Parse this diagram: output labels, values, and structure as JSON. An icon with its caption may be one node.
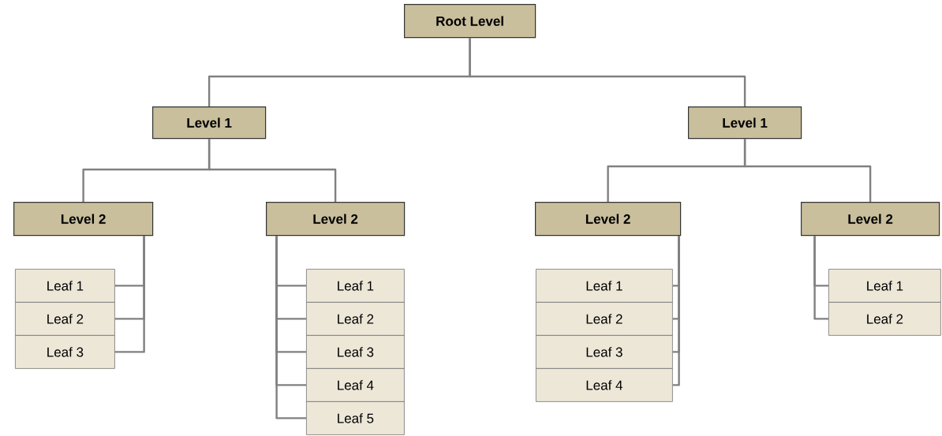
{
  "diagram": {
    "nodes": [
      {
        "text": [
          "Root Level"
        ]
      },
      {
        "text": [
          "Level 1"
        ]
      },
      {
        "text": [
          "Level 1"
        ]
      },
      {
        "text": [
          "Level 2"
        ]
      },
      {
        "text": [
          "Level 2"
        ]
      },
      {
        "text": [
          "Level 2"
        ]
      },
      {
        "text": [
          "Level 2"
        ]
      },
      {
        "text": [
          "Leaf 1"
        ]
      },
      {
        "text": [
          "Leaf 2"
        ]
      },
      {
        "text": [
          "Leaf 3"
        ]
      },
      {
        "text": [
          "Leaf 1"
        ]
      },
      {
        "text": [
          "Leaf 2"
        ]
      },
      {
        "text": [
          "Leaf 3"
        ]
      },
      {
        "text": [
          "Leaf 4"
        ]
      },
      {
        "text": [
          "Leaf 5"
        ]
      },
      {
        "text": [
          "Leaf 1"
        ]
      },
      {
        "text": [
          "Leaf 2"
        ]
      },
      {
        "text": [
          "Leaf 3"
        ]
      },
      {
        "text": [
          "Leaf 4"
        ]
      },
      {
        "text": [
          "Leaf 1"
        ]
      },
      {
        "text": [
          "Leaf 2"
        ]
      }
    ],
    "edges": [
      {
        "from": 0,
        "to": 1,
        "arrow": "none"
      },
      {
        "from": 0,
        "to": 2,
        "arrow": "none"
      },
      {
        "from": 1,
        "to": 3,
        "arrow": "none"
      },
      {
        "from": 1,
        "to": 4,
        "arrow": "none"
      },
      {
        "from": 2,
        "to": 5,
        "arrow": "none"
      },
      {
        "from": 2,
        "to": 6,
        "arrow": "none"
      },
      {
        "from": 3,
        "to": 7,
        "arrow": "none"
      },
      {
        "from": 3,
        "to": 8,
        "arrow": "none"
      },
      {
        "from": 3,
        "to": 9,
        "arrow": "none"
      },
      {
        "from": 4,
        "to": 10,
        "arrow": "none"
      },
      {
        "from": 4,
        "to": 11,
        "arrow": "none"
      },
      {
        "from": 4,
        "to": 12,
        "arrow": "none"
      },
      {
        "from": 4,
        "to": 13,
        "arrow": "none"
      },
      {
        "from": 4,
        "to": 14,
        "arrow": "none"
      },
      {
        "from": 5,
        "to": 15,
        "arrow": "none"
      },
      {
        "from": 5,
        "to": 16,
        "arrow": "none"
      },
      {
        "from": 5,
        "to": 17,
        "arrow": "none"
      },
      {
        "from": 5,
        "to": 18,
        "arrow": "none"
      },
      {
        "from": 6,
        "to": 19,
        "arrow": "none"
      },
      {
        "from": 6,
        "to": 20,
        "arrow": "none"
      }
    ]
  }
}
